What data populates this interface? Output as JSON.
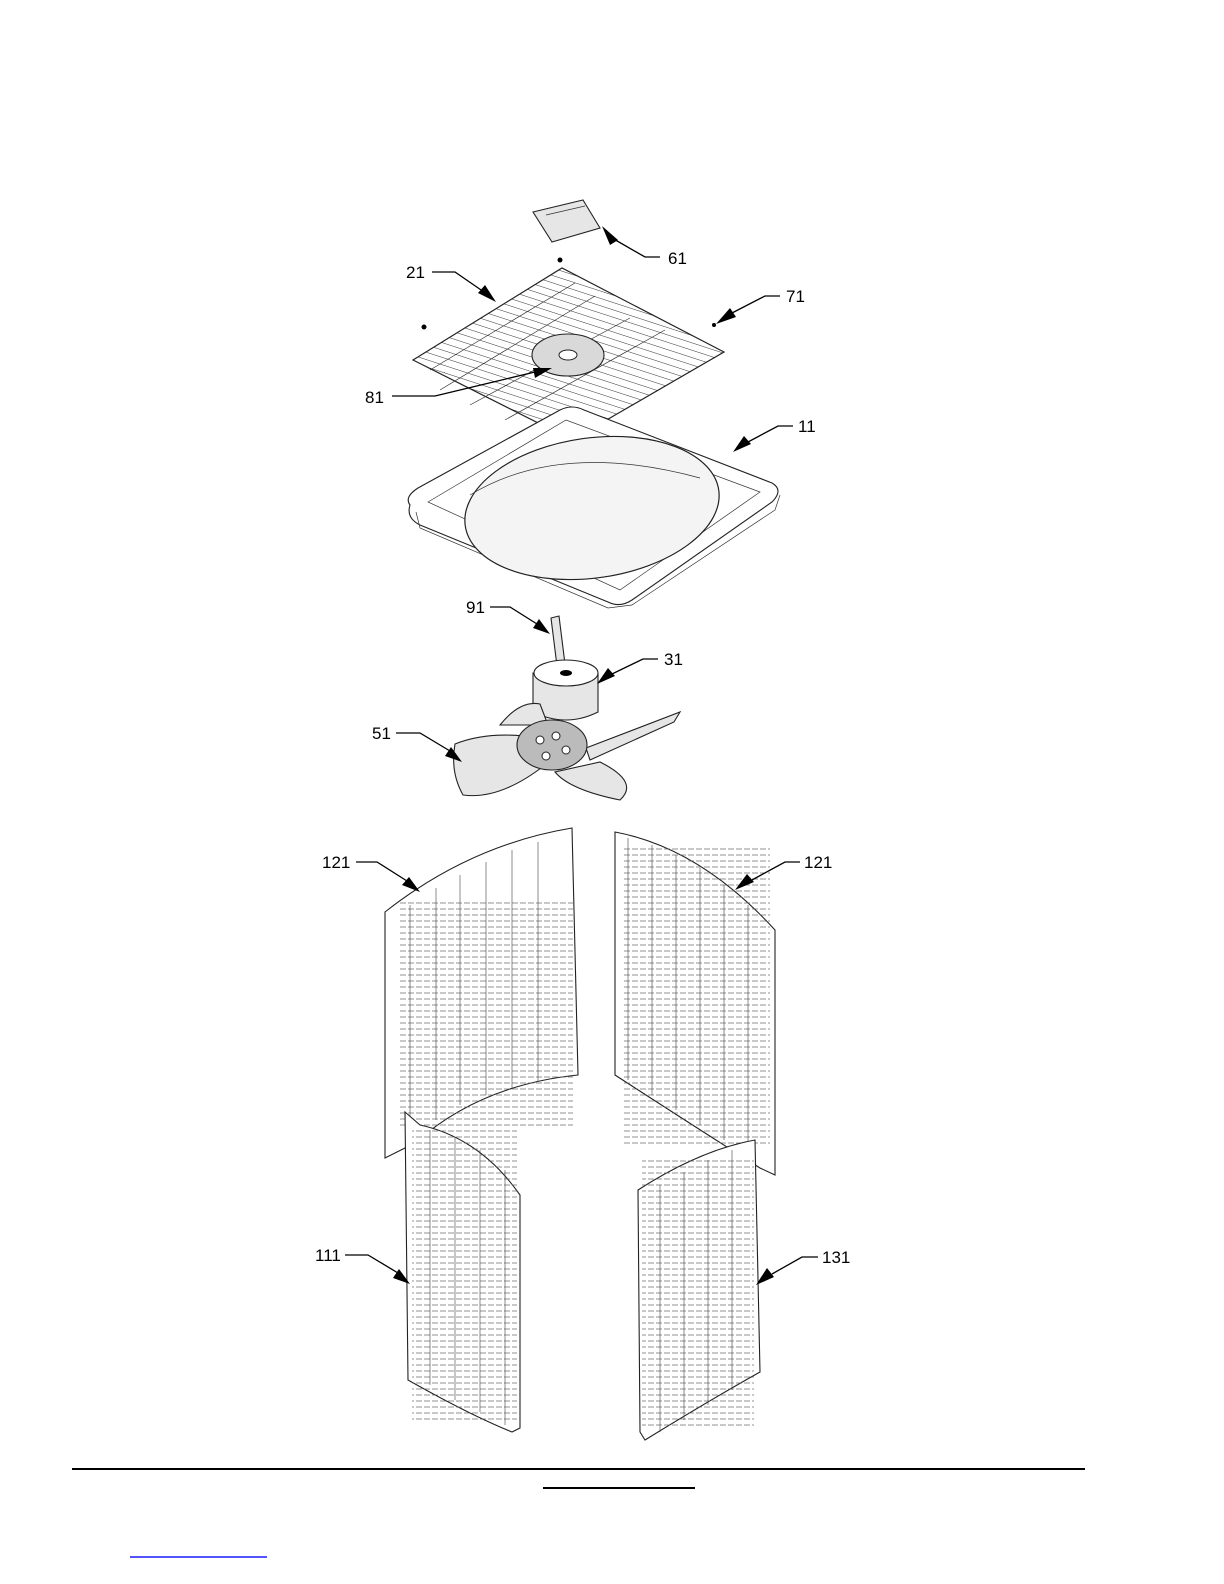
{
  "diagram": {
    "callouts": [
      {
        "id": "61"
      },
      {
        "id": "21"
      },
      {
        "id": "71"
      },
      {
        "id": "81"
      },
      {
        "id": "11"
      },
      {
        "id": "91"
      },
      {
        "id": "31"
      },
      {
        "id": "51"
      },
      {
        "id": "121",
        "side": "left"
      },
      {
        "id": "121",
        "side": "right"
      },
      {
        "id": "111"
      },
      {
        "id": "131"
      }
    ]
  },
  "footer": {
    "rule_color": "#000000",
    "link_color": "#1a1aff"
  }
}
